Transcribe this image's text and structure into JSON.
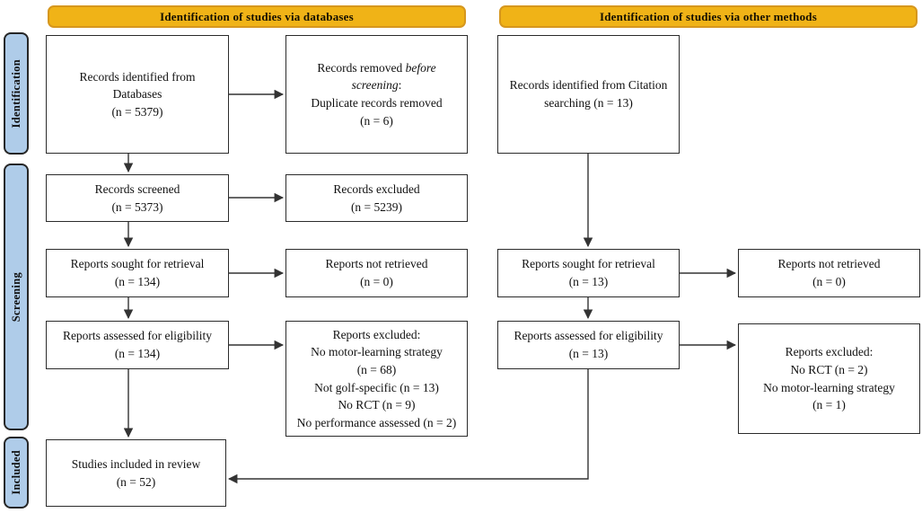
{
  "figure": {
    "type": "prisma-flow-diagram",
    "headers": [
      {
        "label": "Identification of studies via databases"
      },
      {
        "label": "Identification of studies via other methods"
      }
    ],
    "stages": [
      {
        "label": "Identification"
      },
      {
        "label": "Screening"
      },
      {
        "label": "Included"
      }
    ],
    "boxes": {
      "db_identified": {
        "lines": [
          "Records identified from Databases",
          "(n = 5379)"
        ]
      },
      "removed_before": {
        "line1_prefix": "Records removed ",
        "line1_italic": "before screening",
        "line1_suffix": ":",
        "line2": "Duplicate records removed",
        "line3": "(n = 6)"
      },
      "records_screened": {
        "lines": [
          "Records screened",
          "(n = 5373)"
        ]
      },
      "records_excluded": {
        "lines": [
          "Records excluded",
          "(n = 5239)"
        ]
      },
      "sought_db": {
        "lines": [
          "Reports sought for retrieval",
          "(n = 134)"
        ]
      },
      "not_retrieved_db": {
        "lines": [
          "Reports not retrieved",
          "(n = 0)"
        ]
      },
      "assessed_db": {
        "lines": [
          "Reports assessed for eligibility",
          "(n = 134)"
        ]
      },
      "excluded_db": {
        "lines": [
          "Reports excluded:",
          "No motor-learning strategy",
          "(n = 68)",
          "Not golf-specific (n = 13)",
          "No RCT (n = 9)",
          "No performance assessed (n = 2)"
        ]
      },
      "included_review": {
        "lines": [
          "Studies included in review",
          "(n = 52)"
        ]
      },
      "citation_identified": {
        "lines": [
          "Records identified from Citation",
          "searching (n = 13)"
        ]
      },
      "sought_other": {
        "lines": [
          "Reports sought for retrieval",
          "(n = 13)"
        ]
      },
      "not_retrieved_other": {
        "lines": [
          "Reports not retrieved",
          "(n = 0)"
        ]
      },
      "assessed_other": {
        "lines": [
          "Reports assessed for eligibility",
          "(n = 13)"
        ]
      },
      "excluded_other": {
        "lines": [
          "Reports excluded:",
          "No RCT (n = 2)",
          "No motor-learning strategy",
          "(n = 1)"
        ]
      }
    },
    "colors": {
      "header_fill": "#F0B317",
      "header_border": "#D6971E",
      "stage_fill": "#AFCCE9",
      "box_border": "#2B2B2B",
      "arrow": "#333333",
      "background": "#FFFFFF"
    }
  }
}
